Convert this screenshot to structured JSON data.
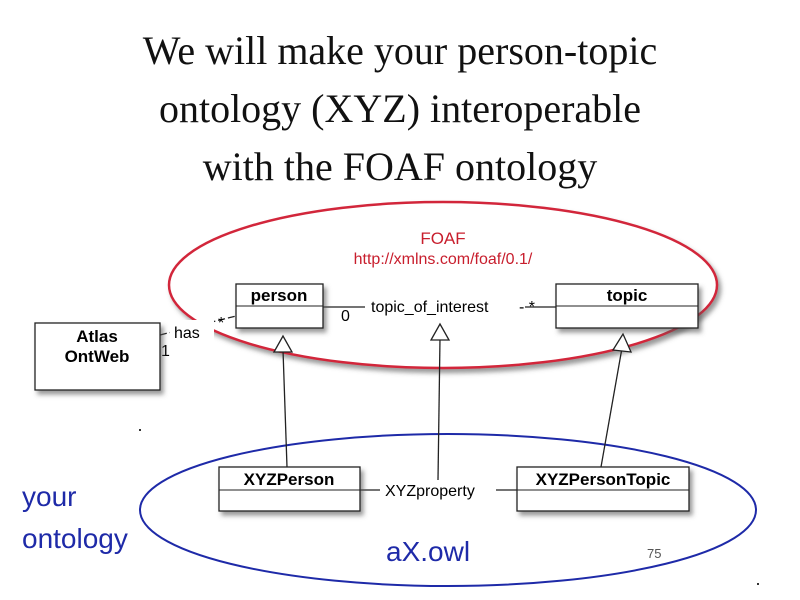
{
  "title": {
    "line1": "We will make your person-topic",
    "line2": "ontology (XYZ) interoperable",
    "line3": "with the FOAF ontology"
  },
  "foaf": {
    "name": "FOAF",
    "url": "http://xmlns.com/foaf/0.1/",
    "ellipse_color": "#d2263a",
    "url_color": "#c81e2d"
  },
  "classes": {
    "person": "person",
    "topic": "topic",
    "atlas_line1": "Atlas",
    "atlas_line2": "OntWeb",
    "xyz_person": "XYZPerson",
    "xyz_person_topic": "XYZPersonTopic"
  },
  "relations": {
    "topic_of_interest": "topic_of_interest",
    "topic_mult_left": "0",
    "topic_mult_right": "- *",
    "has": "has",
    "has_mult": "*",
    "has_mult_atlas": "1",
    "xyz_property": "XYZproperty"
  },
  "labels": {
    "your_line1": "your",
    "your_line2": "ontology",
    "file": "aX.owl",
    "page_number": "75"
  },
  "colors": {
    "ontology_ellipse": "#1e2aa8",
    "accent_blue": "#1e2aa8",
    "shadow": "#555555"
  }
}
